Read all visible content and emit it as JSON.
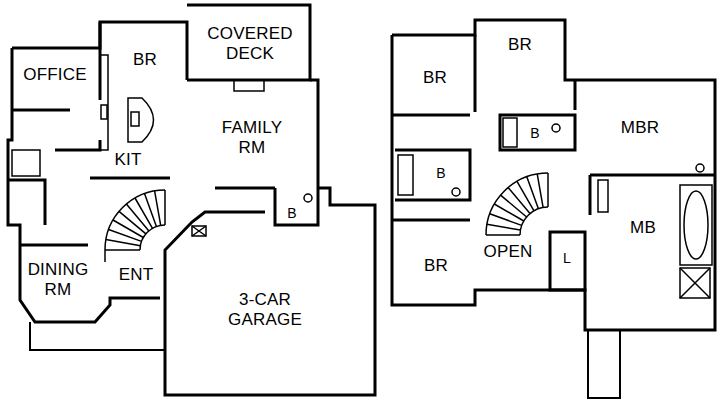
{
  "diagram": {
    "labels": [
      "OFFICE",
      "BR",
      "COVERED DECK",
      "KIT",
      "FAMILY RM",
      "B",
      "DINING RM",
      "ENT",
      "3-CAR GARAGE",
      "BR",
      "BR",
      "MBR",
      "B",
      "B",
      "MB",
      "OPEN",
      "L",
      "BR"
    ]
  }
}
